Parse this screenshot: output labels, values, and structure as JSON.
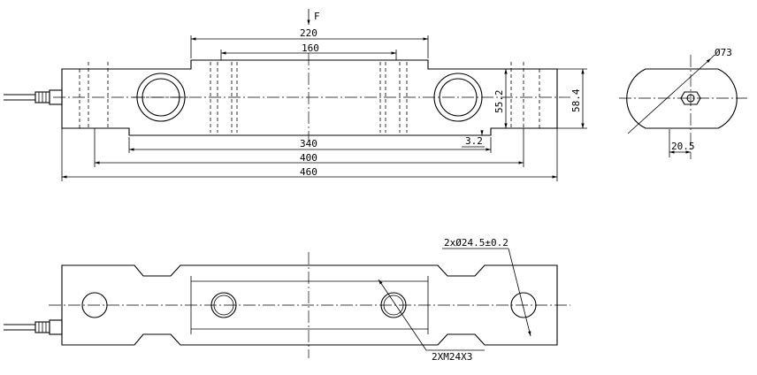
{
  "force_label": "F",
  "front_view": {
    "dimensions": {
      "d220": "220",
      "d160": "160",
      "d340": "340",
      "d400": "400",
      "d460": "460",
      "d55_2": "55.2",
      "d58_4": "58.4",
      "d3_2": "3.2"
    }
  },
  "side_view": {
    "diameter_label": "Ø73",
    "offset_label": "20.5"
  },
  "bottom_view": {
    "hole_label": "2xØ24.5±0.2",
    "thread_label": "2XM24X3"
  }
}
